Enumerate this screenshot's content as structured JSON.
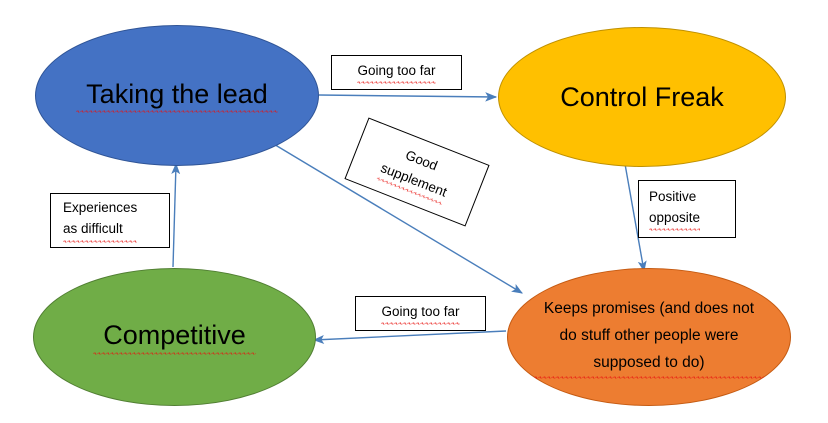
{
  "diagram": {
    "title": "Taking the lead / Competitive behaviour relationship diagram",
    "background": "#ffffff",
    "nodes": [
      {
        "id": "taking-lead",
        "label": "Taking the lead",
        "shape": "ellipse",
        "fill": "#4472C4",
        "stroke": "#2F5496",
        "text_color": "#000000",
        "spellcheck_underline": true
      },
      {
        "id": "control-freak",
        "label": "Control Freak",
        "shape": "ellipse",
        "fill": "#FFC000",
        "stroke": "#BF9000",
        "text_color": "#000000",
        "spellcheck_underline": false
      },
      {
        "id": "competitive",
        "label": "Competitive",
        "shape": "ellipse",
        "fill": "#70AD47",
        "stroke": "#507E32",
        "text_color": "#000000",
        "spellcheck_underline": true
      },
      {
        "id": "keeps-promises",
        "label": "Keeps promises (and does not\ndo stuff other people were\nsupposed to do)",
        "shape": "ellipse",
        "fill": "#ED7D31",
        "stroke": "#C55A11",
        "text_color": "#000000",
        "spellcheck_underline": true
      }
    ],
    "edge_labels": [
      {
        "id": "going-too-far-top",
        "text": "Going too far",
        "from": "taking-lead",
        "to": "control-freak",
        "rotated": false
      },
      {
        "id": "good-supplement",
        "text": "Good\nsupplement",
        "from": "taking-lead",
        "to": "keeps-promises",
        "rotated": true,
        "rotation_deg": 21.5
      },
      {
        "id": "positive-opposite",
        "text": "Positive\nopposite",
        "from": "control-freak",
        "to": "keeps-promises",
        "rotated": false
      },
      {
        "id": "going-too-far-bottom",
        "text": "Going too far",
        "from": "keeps-promises",
        "to": "competitive",
        "rotated": false
      },
      {
        "id": "experiences-as-difficult",
        "text": "Experiences\nas difficult",
        "from": "competitive",
        "to": "taking-lead",
        "rotated": false
      }
    ],
    "arrow_color": "#4A7EBB",
    "arrows": [
      {
        "id": "arrow-lead-to-control",
        "from": "taking-lead",
        "to": "control-freak",
        "direction": "right"
      },
      {
        "id": "arrow-lead-to-keeps",
        "from": "taking-lead",
        "to": "keeps-promises",
        "direction": "down-right"
      },
      {
        "id": "arrow-control-to-keeps",
        "from": "control-freak",
        "to": "keeps-promises",
        "direction": "down"
      },
      {
        "id": "arrow-keeps-to-competitive",
        "from": "keeps-promises",
        "to": "competitive",
        "direction": "left"
      },
      {
        "id": "arrow-competitive-to-lead",
        "from": "competitive",
        "to": "taking-lead",
        "direction": "up"
      }
    ]
  }
}
